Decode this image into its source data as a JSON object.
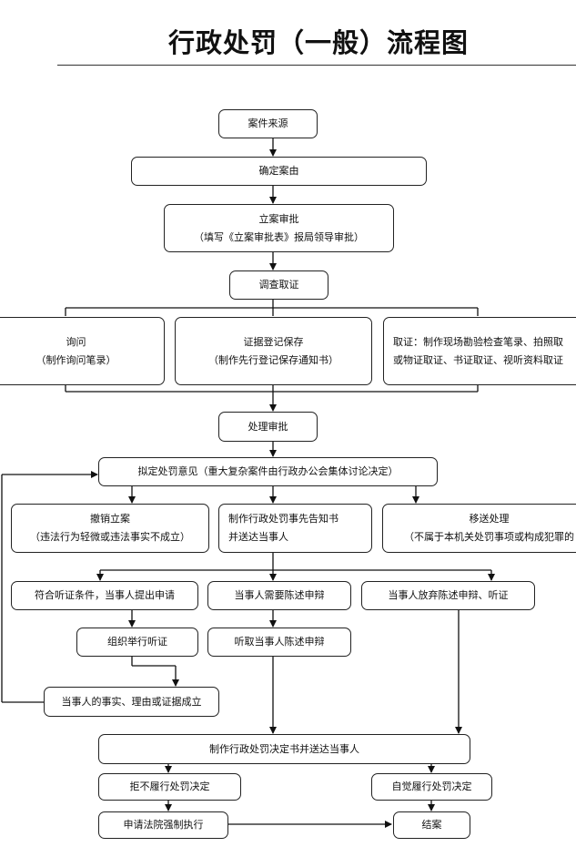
{
  "title": "行政处罚（一般）流程图",
  "nodes": {
    "case_source": "案件来源",
    "confirm_case": "确定案由",
    "filing_approval": {
      "line1": "立案审批",
      "line2": "（填写《立案审批表》报局领导审批）"
    },
    "investigation": "调查取证",
    "inquiry": {
      "line1": "询问",
      "line2": "（制作询问笔录）"
    },
    "evidence_preservation": {
      "line1": "证据登记保存",
      "line2": "（制作先行登记保存通知书）"
    },
    "evidence_collection": {
      "line1": "取证：制作现场勘验检查笔录、拍照取",
      "line2": "或物证取证、书证取证、视听资料取证"
    },
    "handling_approval": "处理审批",
    "draft_opinion": "拟定处罚意见（重大复杂案件由行政办公会集体讨论决定）",
    "withdraw_case": {
      "line1": "撤销立案",
      "line2": "（违法行为轻微或违法事实不成立）"
    },
    "prior_notice": {
      "line1": "制作行政处罚事先告知书",
      "line2": "并送达当事人"
    },
    "transfer": {
      "line1": "移送处理",
      "line2": "（不属于本机关处罚事项或构成犯罪的"
    },
    "hearing_request": "符合听证条件，当事人提出申请",
    "statement_needed": "当事人需要陈述申辩",
    "waive_statement": "当事人放弃陈述申辩、听证",
    "organize_hearing": "组织举行听证",
    "hear_statement": "听取当事人陈述申辩",
    "facts_established": "当事人的事实、理由或证据成立",
    "decision_served": "制作行政处罚决定书并送达当事人",
    "refuse_decision": "拒不履行处罚决定",
    "voluntary_decision": "自觉履行处罚决定",
    "court_enforcement": "申请法院强制执行",
    "close_case": "结案"
  }
}
